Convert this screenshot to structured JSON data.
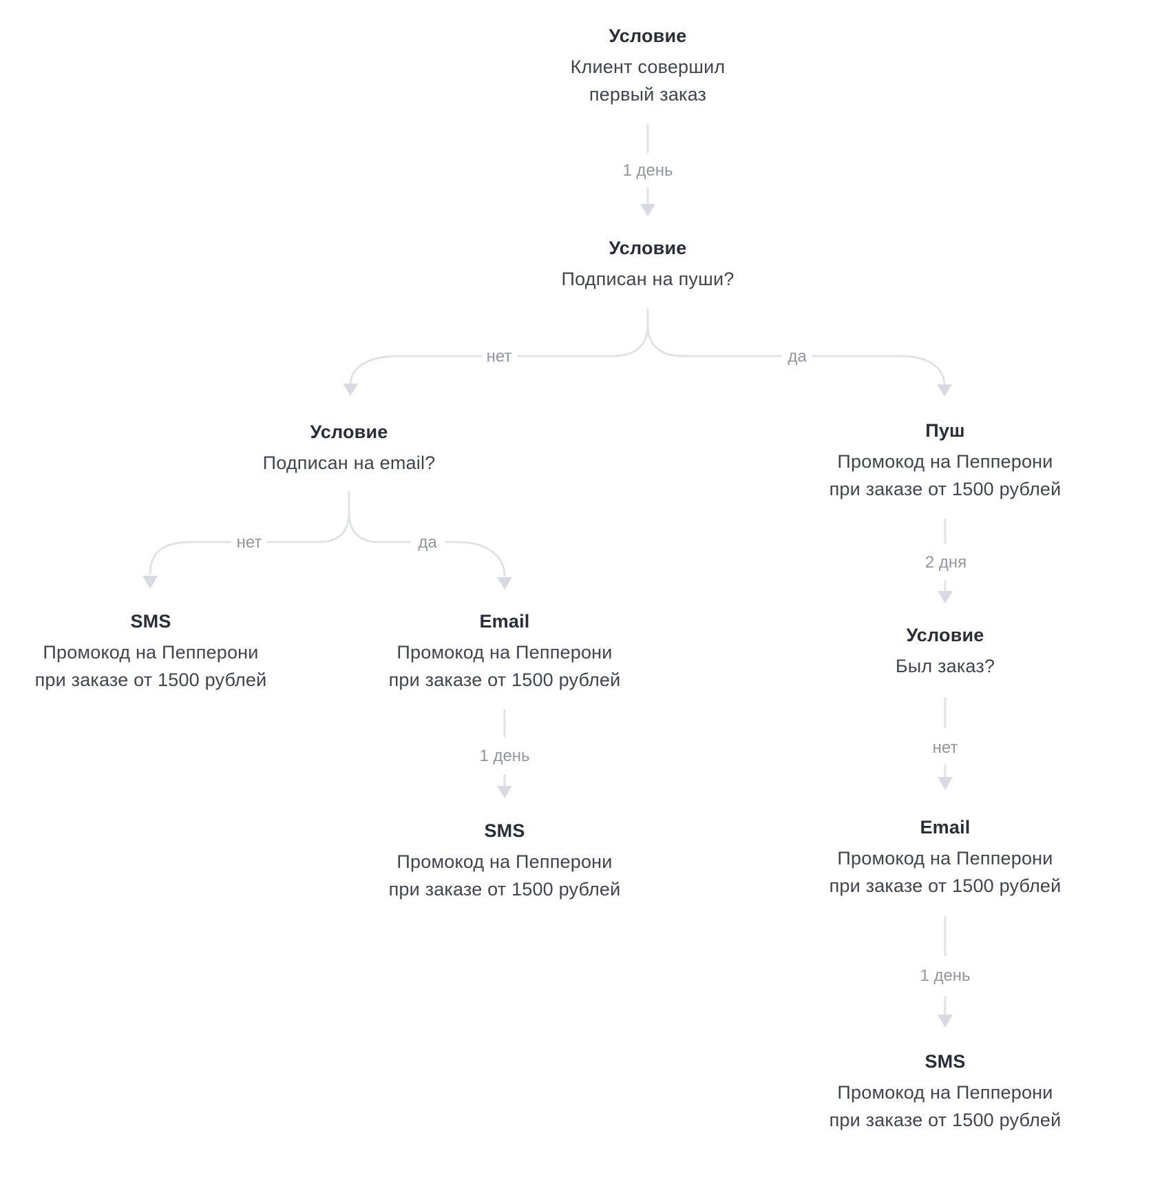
{
  "diagram": {
    "nodes": {
      "start": {
        "title": "Условие",
        "lines": [
          "Клиент совершил",
          "первый заказ"
        ]
      },
      "push_subscribed": {
        "title": "Условие",
        "lines": [
          "Подписан на пуши?"
        ]
      },
      "email_subscribed": {
        "title": "Условие",
        "lines": [
          "Подписан на email?"
        ]
      },
      "sms_left": {
        "title": "SMS",
        "lines": [
          "Промокод на Пепперони",
          "при заказе от 1500 рублей"
        ]
      },
      "email_mid": {
        "title": "Email",
        "lines": [
          "Промокод на Пепперони",
          "при заказе от 1500 рублей"
        ]
      },
      "sms_mid": {
        "title": "SMS",
        "lines": [
          "Промокод на Пепперони",
          "при заказе от 1500 рублей"
        ]
      },
      "push": {
        "title": "Пуш",
        "lines": [
          "Промокод на Пепперони",
          "при заказе от 1500 рублей"
        ]
      },
      "order_check": {
        "title": "Условие",
        "lines": [
          "Был заказ?"
        ]
      },
      "email_right": {
        "title": "Email",
        "lines": [
          "Промокод на Пепперони",
          "при заказе от 1500 рублей"
        ]
      },
      "sms_right": {
        "title": "SMS",
        "lines": [
          "Промокод на Пепперони",
          "при заказе от 1500 рублей"
        ]
      }
    },
    "edge_labels": {
      "delay_start": "1 день",
      "push_no": "нет",
      "push_yes": "да",
      "email_no": "нет",
      "email_yes": "да",
      "delay_email_mid": "1 день",
      "delay_push": "2 дня",
      "order_no": "нет",
      "delay_email_right": "1 день"
    },
    "colors": {
      "title_text": "#272e3a",
      "body_text": "#3e4551",
      "label_text": "#8f96a2",
      "line": "#dfe2e7",
      "arrow": "#d7dbe1",
      "background": "#ffffff"
    }
  }
}
